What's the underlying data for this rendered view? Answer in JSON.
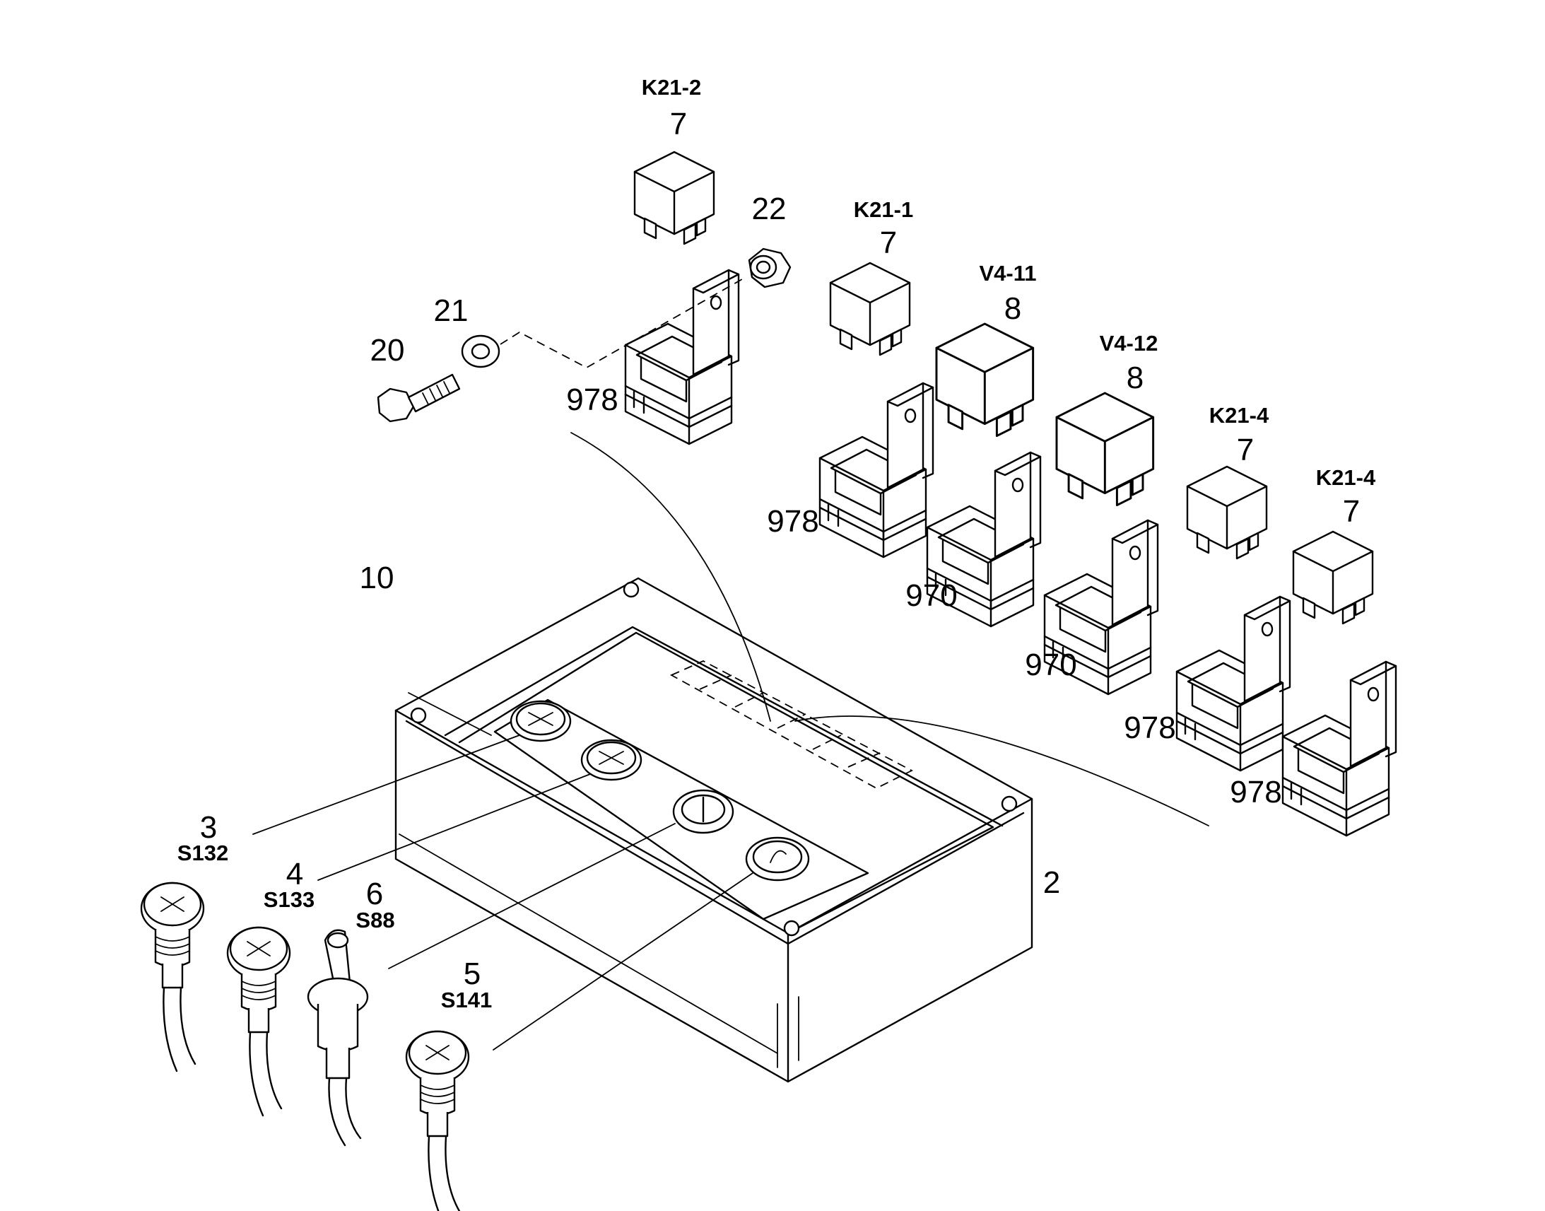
{
  "callouts": {
    "relay_k21_2": {
      "code": "K21-2",
      "num": "7"
    },
    "relay_k21_1": {
      "code": "K21-1",
      "num": "7"
    },
    "relay_v4_11": {
      "code": "V4-11",
      "num": "8"
    },
    "relay_v4_12": {
      "code": "V4-12",
      "num": "8"
    },
    "relay_k21_4a": {
      "code": "K21-4",
      "num": "7"
    },
    "relay_k21_4b": {
      "code": "K21-4",
      "num": "7"
    },
    "nut": {
      "num": "22"
    },
    "washer": {
      "num": "21"
    },
    "bolt": {
      "num": "20"
    },
    "holder_1": {
      "num": "978"
    },
    "holder_2": {
      "num": "978"
    },
    "holder_3": {
      "num": "970"
    },
    "holder_4": {
      "num": "970"
    },
    "holder_5": {
      "num": "978"
    },
    "holder_6": {
      "num": "978"
    },
    "panel": {
      "num": "10"
    },
    "box": {
      "num": "2"
    },
    "switch_s132": {
      "num": "3",
      "code": "S132"
    },
    "switch_s133": {
      "num": "4",
      "code": "S133"
    },
    "keyswitch_s88": {
      "num": "6",
      "code": "S88"
    },
    "switch_s141": {
      "num": "5",
      "code": "S141"
    }
  }
}
